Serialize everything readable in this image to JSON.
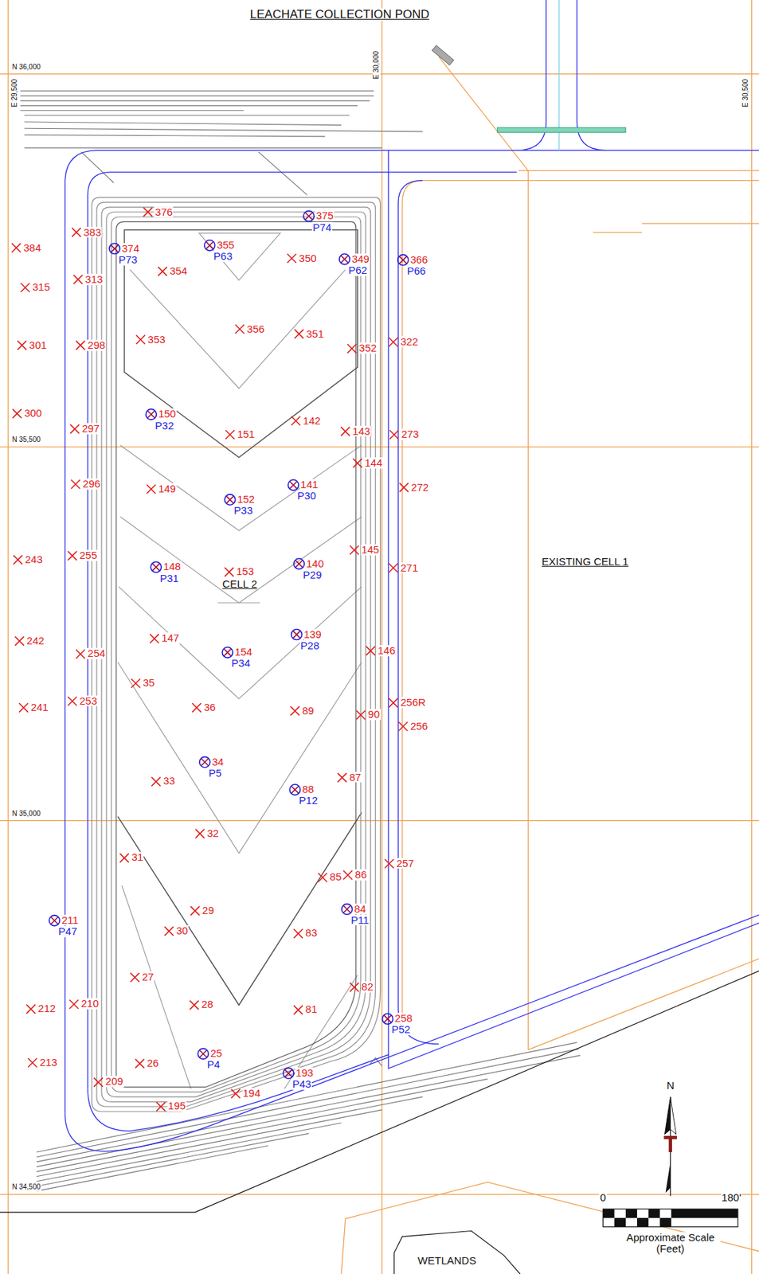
{
  "diagram": {
    "labels": [
      "LEACHATE COLLECTION POND",
      "N 36,000",
      "E 29,500",
      "E 30,000",
      "E 30,500",
      "N 35,500",
      "N 35,000",
      "N 34,500",
      "376",
      "375",
      "P74",
      "383",
      "374",
      "P73",
      "355",
      "P63",
      "384",
      "350",
      "349",
      "P62",
      "366",
      "P66",
      "354",
      "313",
      "315",
      "356",
      "351",
      "353",
      "322",
      "301",
      "298",
      "352",
      "300",
      "150",
      "P32",
      "142",
      "297",
      "143",
      "151",
      "273",
      "144",
      "296",
      "141",
      "P30",
      "149",
      "272",
      "152",
      "P33",
      "145",
      "255",
      "243",
      "140",
      "P29",
      "148",
      "P31",
      "271",
      "153",
      "CELL 2",
      "EXISTING CELL 1",
      "139",
      "P28",
      "147",
      "242",
      "146",
      "154",
      "P34",
      "254",
      "35",
      "253",
      "256R",
      "36",
      "241",
      "89",
      "90",
      "256",
      "34",
      "P5",
      "87",
      "33",
      "88",
      "P12",
      "32",
      "31",
      "257",
      "86",
      "85",
      "84",
      "P11",
      "29",
      "211",
      "P47",
      "30",
      "83",
      "27",
      "82",
      "210",
      "28",
      "212",
      "81",
      "258",
      "P52",
      "25",
      "P4",
      "213",
      "26",
      "193",
      "P43",
      "209",
      "N",
      "194",
      "195",
      "0",
      "180'",
      "Approximate Scale (Feet)",
      "WETLANDS"
    ]
  }
}
